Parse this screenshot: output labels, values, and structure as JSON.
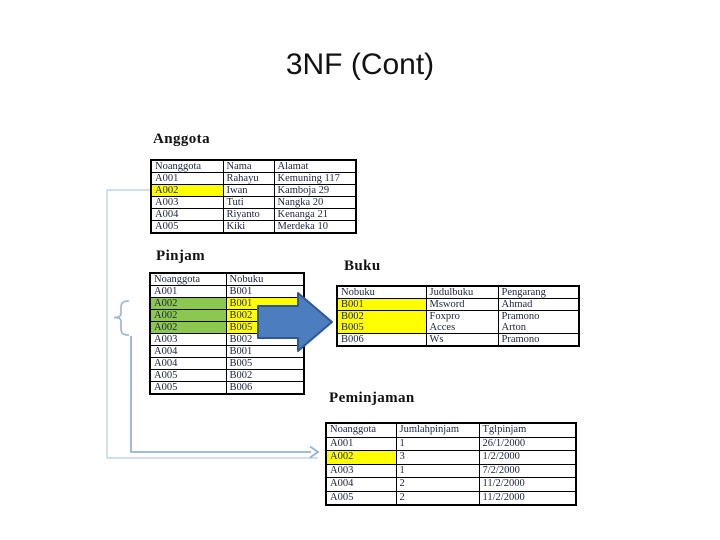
{
  "title": "3NF (Cont)",
  "colors": {
    "yellow": "#ffff00",
    "green": "#8cc850",
    "arrow-fill": "#4c7dbf",
    "arrow-stroke": "#2e5893",
    "connector": "#95b3d7",
    "connector-light": "#b9cbde",
    "text": "#1c2340"
  },
  "icons": {
    "flow_arrow": "block-arrow-right-icon",
    "connector_arrowhead": "chevron-right-icon"
  },
  "tables": {
    "anggota": {
      "label": "Anggota",
      "headers": [
        "Noanggota",
        "Nama",
        "Alamat"
      ],
      "rows": [
        {
          "cells": [
            "A001",
            "Rahayu",
            "Kemuning 117"
          ],
          "hl": [
            null,
            null,
            null
          ]
        },
        {
          "cells": [
            "A002",
            "Iwan",
            "Kamboja 29"
          ],
          "hl": [
            "yellow",
            null,
            null
          ]
        },
        {
          "cells": [
            "A003",
            "Tuti",
            "Nangka 20"
          ],
          "hl": [
            null,
            null,
            null
          ]
        },
        {
          "cells": [
            "A004",
            "Riyanto",
            "Kenanga 21"
          ],
          "hl": [
            null,
            null,
            null
          ]
        },
        {
          "cells": [
            "A005",
            "Kiki",
            "Merdeka 10"
          ],
          "hl": [
            null,
            null,
            null
          ]
        }
      ]
    },
    "pinjam": {
      "label": "Pinjam",
      "headers": [
        "Noanggota",
        "Nobuku"
      ],
      "rows": [
        {
          "cells": [
            "A001",
            "B001"
          ],
          "hl": [
            null,
            null
          ]
        },
        {
          "cells": [
            "A002",
            "B001"
          ],
          "hl": [
            "green",
            "yellow"
          ]
        },
        {
          "cells": [
            "A002",
            "B002"
          ],
          "hl": [
            "green",
            "yellow"
          ]
        },
        {
          "cells": [
            "A002",
            "B005"
          ],
          "hl": [
            "green",
            "yellow"
          ]
        },
        {
          "cells": [
            "A003",
            "B002"
          ],
          "hl": [
            null,
            null
          ]
        },
        {
          "cells": [
            "A004",
            "B001"
          ],
          "hl": [
            null,
            null
          ]
        },
        {
          "cells": [
            "A004",
            "B005"
          ],
          "hl": [
            null,
            null
          ]
        },
        {
          "cells": [
            "A005",
            "B002"
          ],
          "hl": [
            null,
            null
          ]
        },
        {
          "cells": [
            "A005",
            "B006"
          ],
          "hl": [
            null,
            null
          ]
        }
      ]
    },
    "buku": {
      "label": "Buku",
      "headers": [
        "Nobuku",
        "Judulbuku",
        "Pengarang"
      ],
      "rows": [
        {
          "cells": [
            "B001",
            "Msword",
            "Ahmad"
          ],
          "hl": [
            "yellow",
            null,
            null
          ]
        },
        {
          "cells": [
            "B002",
            "Foxpro",
            "Pramono"
          ],
          "hl": [
            "yellow",
            null,
            null
          ],
          "merge_below": true
        },
        {
          "cells": [
            "B005",
            "Acces",
            "Arton"
          ],
          "hl": [
            "yellow",
            null,
            null
          ],
          "merge_above": true
        },
        {
          "cells": [
            "B006",
            "Ws",
            "Pramono"
          ],
          "hl": [
            null,
            null,
            null
          ]
        }
      ]
    },
    "peminjaman": {
      "label": "Peminjaman",
      "headers": [
        "Noanggota",
        "Jumlahpinjam",
        "Tglpinjam"
      ],
      "rows": [
        {
          "cells": [
            "A001",
            "1",
            "26/1/2000"
          ],
          "hl": [
            null,
            null,
            null
          ]
        },
        {
          "cells": [
            "A002",
            "3",
            "1/2/2000"
          ],
          "hl": [
            "yellow",
            null,
            null
          ]
        },
        {
          "cells": [
            "A003",
            "1",
            "7/2/2000"
          ],
          "hl": [
            null,
            null,
            null
          ]
        },
        {
          "cells": [
            "A004",
            "2",
            "11/2/2000"
          ],
          "hl": [
            null,
            null,
            null
          ]
        },
        {
          "cells": [
            "A005",
            "2",
            "11/2/2000"
          ],
          "hl": [
            null,
            null,
            null
          ]
        }
      ]
    }
  }
}
